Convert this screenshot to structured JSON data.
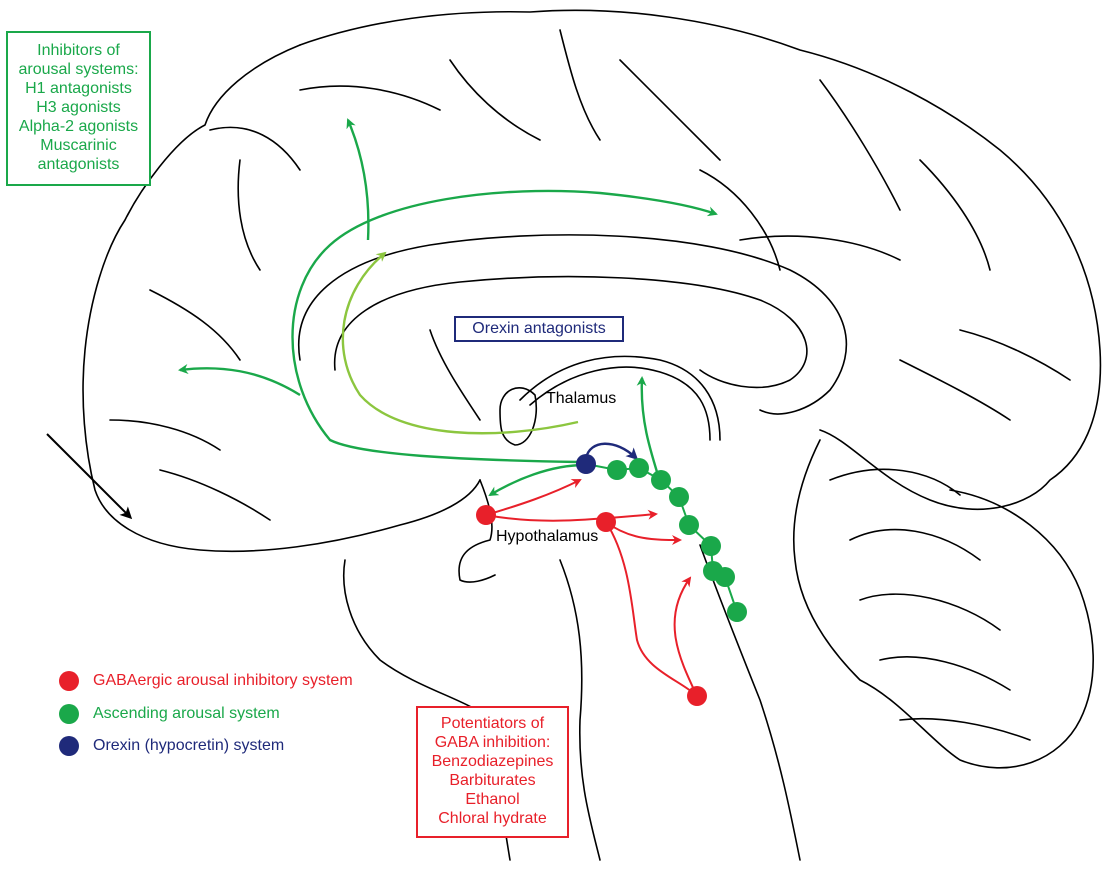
{
  "colors": {
    "green": "#1aa84a",
    "light_green": "#8cc63f",
    "red": "#e8202a",
    "blue": "#1f2a7a",
    "black": "#000000"
  },
  "boxes": {
    "inhibitors": {
      "lines": [
        "Inhibitors of",
        "arousal systems:",
        "H1 antagonists",
        "H3 agonists",
        "Alpha-2 agonists",
        "Muscarinic",
        "antagonists"
      ]
    },
    "potentiators": {
      "lines": [
        "Potentiators of",
        "GABA inhibition:",
        "Benzodiazepines",
        "Barbiturates",
        "Ethanol",
        "Chloral hydrate"
      ]
    },
    "orexin": {
      "label": "Orexin antagonists"
    }
  },
  "labels": {
    "thalamus": "Thalamus",
    "hypothalamus": "Hypothalamus"
  },
  "legend": [
    {
      "key": "gaba",
      "label": "GABAergic arousal inhibitory system",
      "color": "#e8202a"
    },
    {
      "key": "ascending",
      "label": "Ascending arousal system",
      "color": "#1aa84a"
    },
    {
      "key": "orexin",
      "label": "Orexin (hypocretin) system",
      "color": "#1f2a7a"
    }
  ]
}
